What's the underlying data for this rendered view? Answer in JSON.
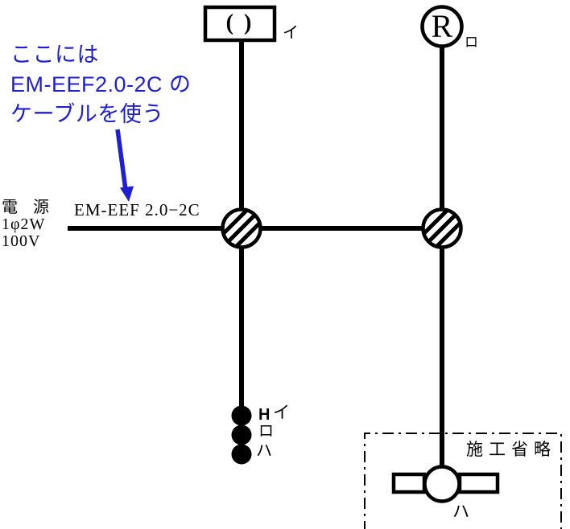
{
  "annotation": {
    "color": "#1e1ed2",
    "lines": [
      "ここには",
      "EM-EEF2.0-2C の",
      "ケーブルを使う"
    ]
  },
  "power_source": {
    "line1": "電 源",
    "line2": "1φ2W",
    "line3": "100V"
  },
  "cable_label": "EM-EEF 2.0−2C",
  "ceiling_light": {
    "symbol": "( )",
    "label": "イ"
  },
  "lamp_receptacle": {
    "symbol": "R",
    "label": "ロ"
  },
  "switches": {
    "items": [
      {
        "suffix": "H",
        "label": "イ"
      },
      {
        "suffix": "",
        "label": "ロ"
      },
      {
        "suffix": "",
        "label": "ハ"
      }
    ]
  },
  "fluorescent_light": {
    "label": "ハ"
  },
  "omitted_section": {
    "label": "施工省略"
  },
  "colors": {
    "wire": "#000000",
    "annotation_blue": "#1e1ed2"
  }
}
